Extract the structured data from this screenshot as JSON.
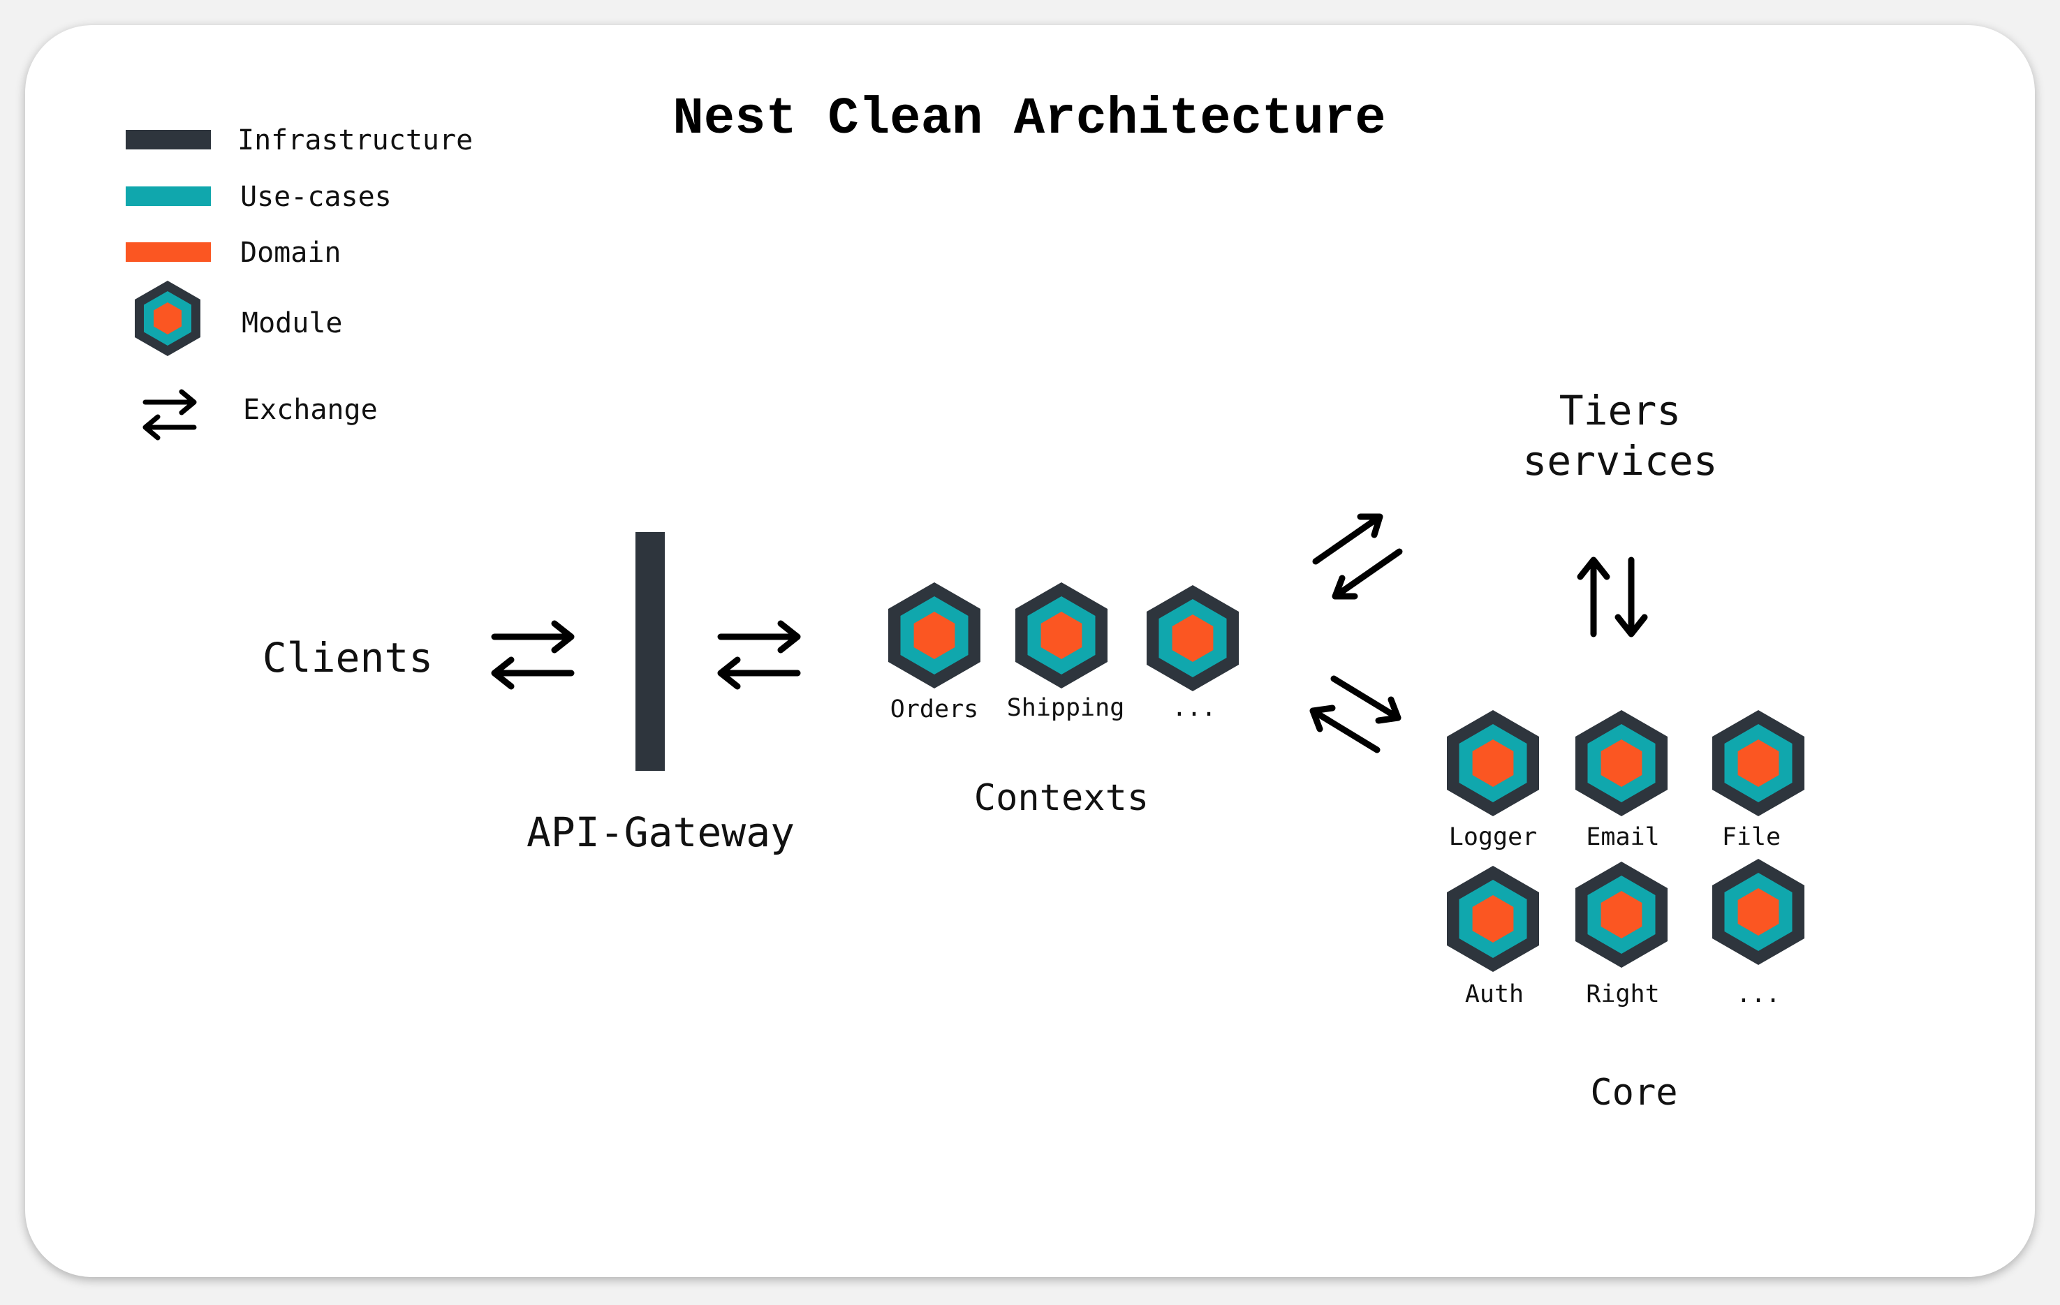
{
  "title": "Nest Clean Architecture",
  "colors": {
    "infrastructure": "#2e353d",
    "use_cases": "#10a7ad",
    "domain": "#fb5622",
    "arrow": "#000000",
    "background": "#ffffff"
  },
  "legend": {
    "infrastructure": "Infrastructure",
    "use_cases": "Use-cases",
    "domain": "Domain",
    "module": "Module",
    "exchange": "Exchange"
  },
  "nodes": {
    "clients": "Clients",
    "api_gateway": "API-Gateway",
    "contexts": "Contexts",
    "tiers_line1": "Tiers",
    "tiers_line2": "services",
    "core": "Core"
  },
  "context_modules": [
    "Orders",
    "Shipping",
    "..."
  ],
  "core_modules": [
    "Logger",
    "Email",
    "File",
    "Auth",
    "Right",
    "..."
  ],
  "icons": {
    "module": "hexagon-module-icon",
    "exchange": "exchange-arrows-icon"
  }
}
